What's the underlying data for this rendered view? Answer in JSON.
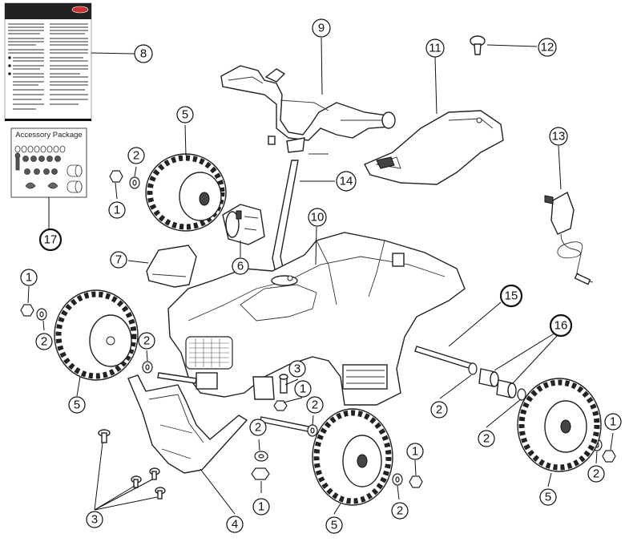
{
  "manual": {
    "title": "Rusty",
    "subtitle": "Mini Quad 6 V"
  },
  "accessory_package": {
    "label": "Accessory Package"
  },
  "callouts": [
    {
      "id": "c1a",
      "number": "1"
    },
    {
      "id": "c1b",
      "number": "1"
    },
    {
      "id": "c1c",
      "number": "1"
    },
    {
      "id": "c1d",
      "number": "1"
    },
    {
      "id": "c1e",
      "number": "1"
    },
    {
      "id": "c1f",
      "number": "1"
    },
    {
      "id": "c2a",
      "number": "2"
    },
    {
      "id": "c2b",
      "number": "2"
    },
    {
      "id": "c2c",
      "number": "2"
    },
    {
      "id": "c2d",
      "number": "2"
    },
    {
      "id": "c2e",
      "number": "2"
    },
    {
      "id": "c2f",
      "number": "2"
    },
    {
      "id": "c2g",
      "number": "2"
    },
    {
      "id": "c2h",
      "number": "2"
    },
    {
      "id": "c2i",
      "number": "2"
    },
    {
      "id": "c3a",
      "number": "3"
    },
    {
      "id": "c3b",
      "number": "3"
    },
    {
      "id": "c4",
      "number": "4"
    },
    {
      "id": "c5a",
      "number": "5"
    },
    {
      "id": "c5b",
      "number": "5"
    },
    {
      "id": "c5c",
      "number": "5"
    },
    {
      "id": "c5d",
      "number": "5"
    },
    {
      "id": "c6",
      "number": "6"
    },
    {
      "id": "c7",
      "number": "7"
    },
    {
      "id": "c8",
      "number": "8"
    },
    {
      "id": "c9",
      "number": "9"
    },
    {
      "id": "c10",
      "number": "10"
    },
    {
      "id": "c11",
      "number": "11"
    },
    {
      "id": "c12",
      "number": "12"
    },
    {
      "id": "c13",
      "number": "13"
    },
    {
      "id": "c14",
      "number": "14"
    },
    {
      "id": "c15",
      "number": "15"
    },
    {
      "id": "c16",
      "number": "16"
    },
    {
      "id": "c17",
      "number": "17"
    }
  ]
}
